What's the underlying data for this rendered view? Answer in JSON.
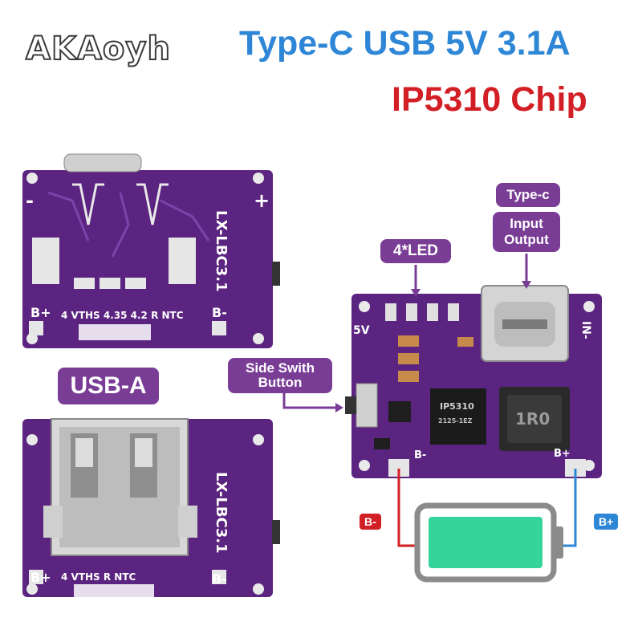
{
  "brand": {
    "logo_text": "AKAoyh"
  },
  "headline": {
    "line1": "Type-C USB 5V 3.1A",
    "line2": "IP5310 Chip"
  },
  "labels": {
    "usb_a": "USB-A",
    "led": "4*LED",
    "type_c": "Type-c",
    "io_line1": "Input",
    "io_line2": "Output",
    "side_line1": "Side Swith",
    "side_line2": "Button",
    "b_minus": "B-",
    "b_plus": "B+"
  },
  "board_top_left": {
    "model": "LX-LBC3.1",
    "pad_b_plus": "B+",
    "pad_b_minus": "B-",
    "row_text": "4   VTHS   4.35   4.2   R  NTC"
  },
  "board_bottom_left": {
    "model": "LX-LBC3.1",
    "pad_b_plus": "B+",
    "pad_b_minus": "B-",
    "row_text": "4   VTHS   R  NTC"
  },
  "board_right": {
    "v_label": "5V",
    "in_label": "IN-",
    "chip": "IP5310",
    "chip_code": "2125-1EZ",
    "inductor": "1R0",
    "pad_b_minus": "B-",
    "pad_b_plus": "B+"
  },
  "colors": {
    "pcb": "#5b2480",
    "title_blue": "#2e86d6",
    "title_red": "#d11f25",
    "label_purple": "#7a3d96",
    "battery_fill": "#35d49a"
  }
}
